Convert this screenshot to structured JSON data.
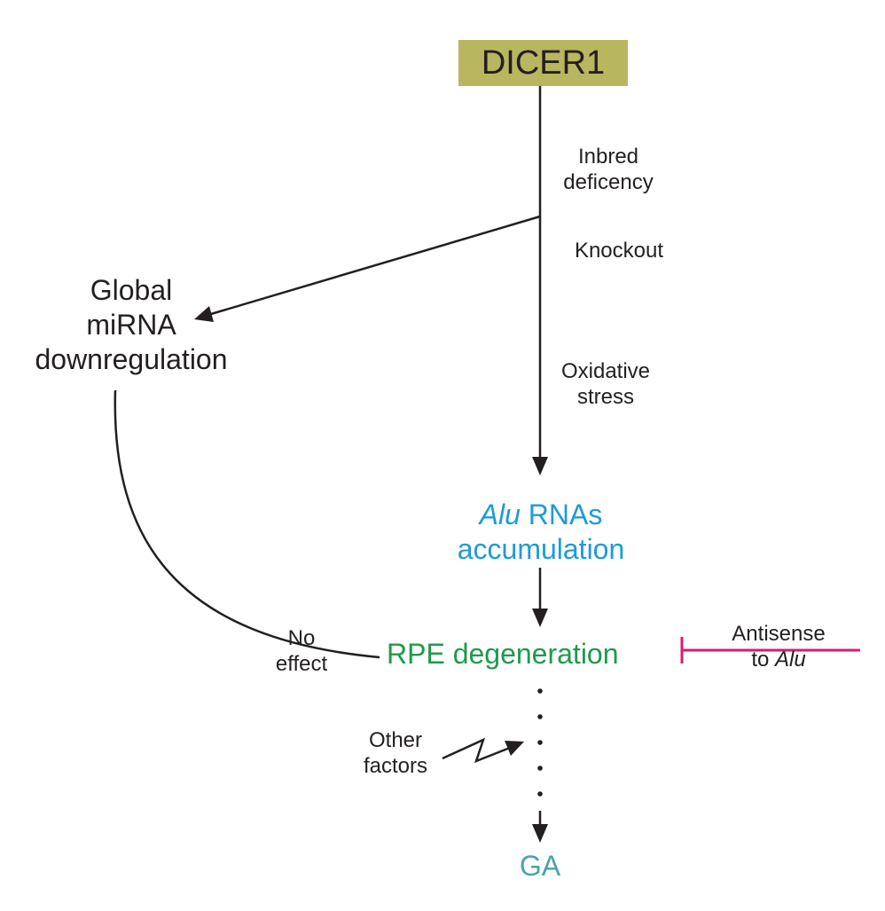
{
  "nodes": {
    "dicer1": "DICER1",
    "global_mirna": [
      "Global",
      "miRNA",
      "downregulation"
    ],
    "alu_accumulation": {
      "italic": "Alu",
      "rest": " RNAs",
      "line2": "accumulation"
    },
    "rpe_degeneration": "RPE degeneration",
    "ga": "GA"
  },
  "edge_labels": {
    "inbred_deficiency": [
      "Inbred",
      "deficency"
    ],
    "knockout": "Knockout",
    "oxidative_stress": [
      "Oxidative",
      "stress"
    ],
    "no_effect": [
      "No",
      "effect"
    ],
    "antisense": {
      "line1": "Antisense",
      "prefix": "to ",
      "italic": "Alu"
    },
    "other_factors": [
      "Other",
      "factors"
    ]
  },
  "colors": {
    "dicer_box": "#b9b660",
    "text": "#231f20",
    "alu": "#1e9bd7",
    "rpe": "#1f9a4a",
    "ga": "#4aa3a8",
    "inhibit": "#d61c6e",
    "arrow": "#231f20"
  }
}
